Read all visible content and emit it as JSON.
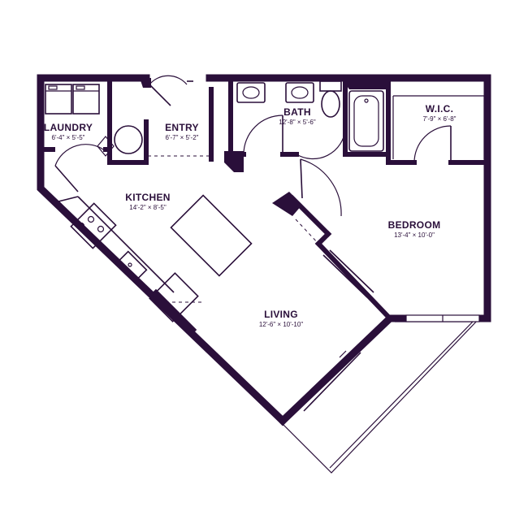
{
  "rooms": {
    "laundry": {
      "name": "LAUNDRY",
      "dims": "6'-4\" × 5'-5\""
    },
    "entry": {
      "name": "ENTRY",
      "dims": "6'-7\" × 5'-2\""
    },
    "bath": {
      "name": "BATH",
      "dims": "12'-8\" × 5'-6\""
    },
    "wic": {
      "name": "W.I.C.",
      "dims": "7'-9\" × 6'-8\""
    },
    "kitchen": {
      "name": "KITCHEN",
      "dims": "14'-2\" × 8'-5\""
    },
    "bedroom": {
      "name": "BEDROOM",
      "dims": "13'-4\" × 10'-0\""
    },
    "living": {
      "name": "LIVING",
      "dims": "12'-6\" × 10'-10\""
    }
  },
  "colors": {
    "wall": "#2a0f3a",
    "background": "#ffffff"
  }
}
